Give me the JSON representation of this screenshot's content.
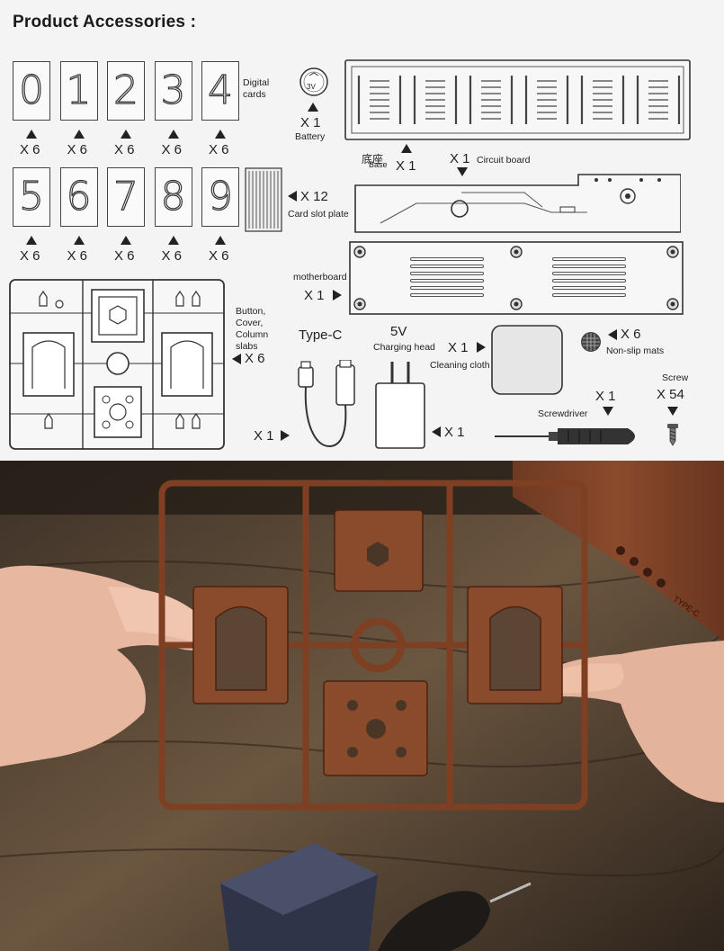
{
  "title": "Product Accessories :",
  "digits_row1": [
    "0",
    "1",
    "2",
    "3",
    "4"
  ],
  "digits_row2": [
    "5",
    "6",
    "7",
    "8",
    "9"
  ],
  "digit_qty": "X 6",
  "labels": {
    "digital_cards": "Digital cards",
    "battery_qty": "X 1",
    "battery": "Battery",
    "battery_cell": "3V",
    "base_cn": "底座",
    "base": "Base",
    "base_qty": "X 1",
    "circuit_qty": "X 1",
    "circuit_board": "Circuit board",
    "card_slot_qty": "X 12",
    "card_slot_plate": "Card slot plate",
    "motherboard": "motherboard",
    "motherboard_qty": "X 1",
    "button_cover": "Button, Cover, Column slabs",
    "button_cover_qty": "X 6",
    "type_c": "Type-C",
    "cable_qty": "X 1",
    "v5": "5V",
    "charging_head": "Charging head",
    "charger_qty": "X 1",
    "cleaning_qty": "X 1",
    "cleaning_cloth": "Cleaning cloth",
    "nonslip_qty": "X 6",
    "nonslip": "Non-slip mats",
    "screw": "Screw",
    "screw_qty": "X 54",
    "screwdriver_qty": "X 1",
    "screwdriver": "Screwdriver"
  },
  "photo": {
    "port_label": "TYPE-C"
  },
  "colors": {
    "line": "#444444",
    "wood": "#7a3d22",
    "table": "#4a3a2c"
  }
}
